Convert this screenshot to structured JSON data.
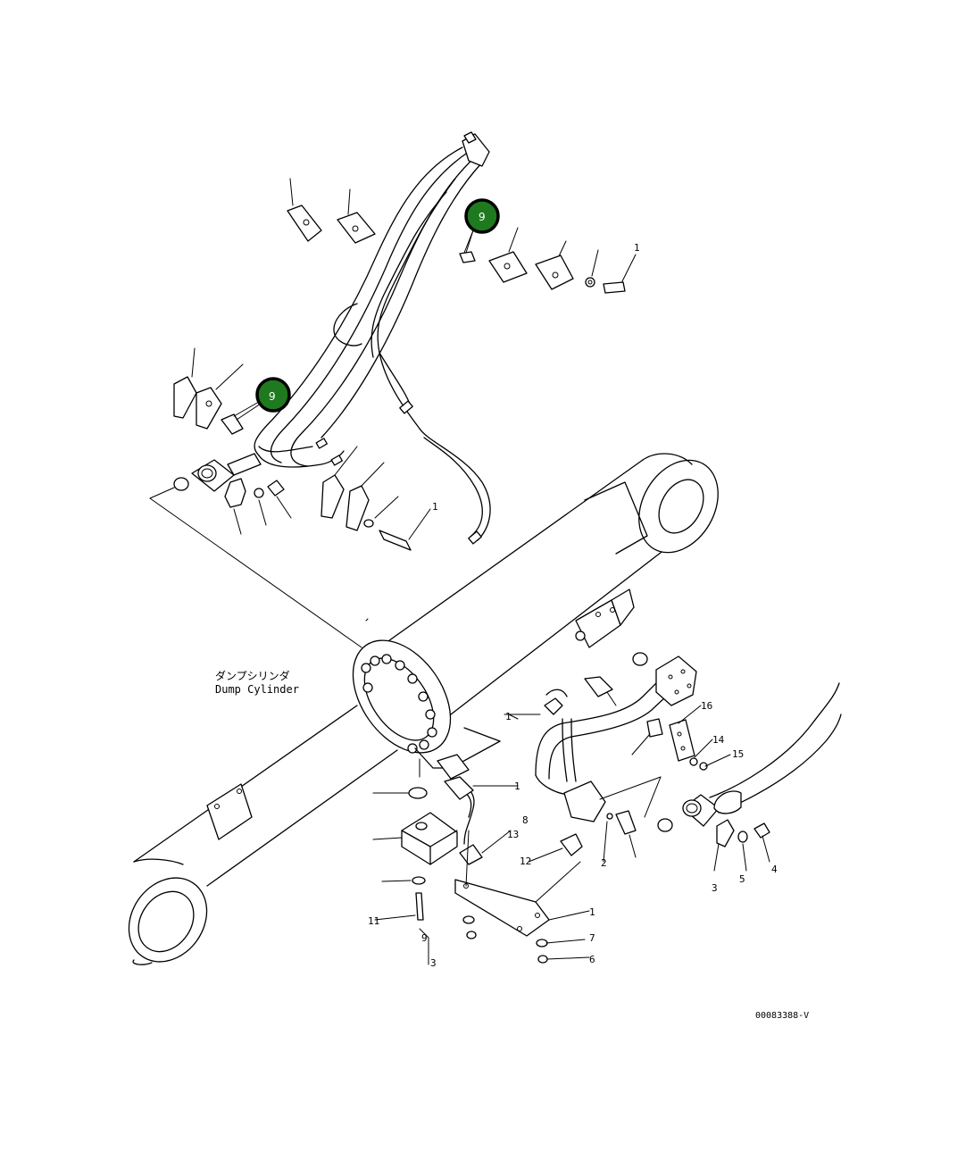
{
  "diagram": {
    "label_jp": "ダンプシリンダ",
    "label_en": "Dump Cylinder",
    "drawing_id": "00083388-V"
  },
  "callouts": [
    {
      "label": "9",
      "color": "#1f7a1f"
    },
    {
      "label": "9",
      "color": "#1f7a1f"
    }
  ],
  "part_labels": [
    "1",
    "1",
    "1",
    "1",
    "1",
    "2",
    "3",
    "4",
    "3",
    "5",
    "6",
    "7",
    "8",
    "9",
    "11",
    "12",
    "13",
    "14",
    "15",
    "16"
  ]
}
